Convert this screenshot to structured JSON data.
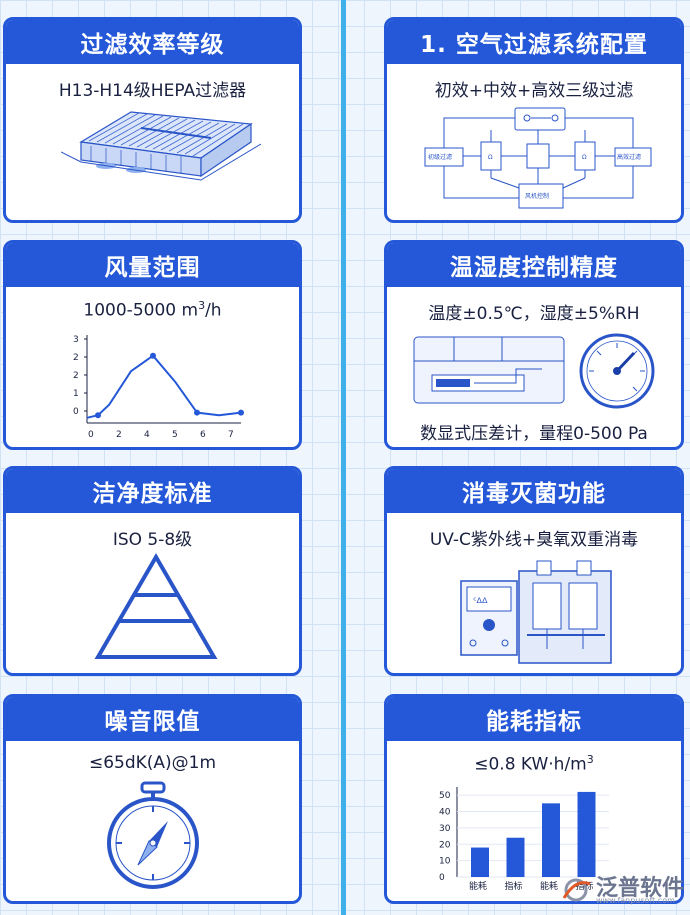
{
  "cards": {
    "filter_grade": {
      "title": "过滤效率等级",
      "spec": "H13-H14级HEPA过滤器"
    },
    "system_config": {
      "title": "1. 空气过滤系统配置",
      "spec": "初效+中效+高效三级过滤",
      "diagram_labels": [
        "初级过滤",
        "高效过滤",
        "风机控制"
      ]
    },
    "airflow": {
      "title": "风量范围",
      "spec_prefix": "1000-5000 m",
      "spec_sup": "3",
      "spec_suffix": "/h",
      "chart_data": {
        "type": "line",
        "x": [
          0,
          0.5,
          1,
          2,
          3,
          4,
          5,
          6,
          7
        ],
        "y": [
          -0.2,
          -0.1,
          0.3,
          1.6,
          2.2,
          1.2,
          0.0,
          -0.1,
          0.0
        ],
        "xticks": [
          "0",
          "2",
          "4",
          "5",
          "6",
          "7"
        ],
        "yticks": [
          "0",
          "1",
          "2",
          "2",
          "3"
        ],
        "xlim": [
          0,
          7
        ],
        "ylim": [
          -0.4,
          3
        ],
        "title": "",
        "xlabel": "",
        "ylabel": ""
      }
    },
    "temp_humidity": {
      "title": "温湿度控制精度",
      "spec": "温度±0.5℃，湿度±5%RH",
      "spec2": "数显式压差计，量程0-500 Pa"
    },
    "cleanliness": {
      "title": "洁净度标准",
      "spec": "ISO 5-8级"
    },
    "disinfection": {
      "title": "消毒灭菌功能",
      "spec": "UV-C紫外线+臭氧双重消毒"
    },
    "noise": {
      "title": "噪音限值",
      "spec": "≤65dK(A)@1m"
    },
    "energy": {
      "title": "能耗指标",
      "spec_prefix": "≤0.8 KW·h/m",
      "spec_sup": "3",
      "chart_data": {
        "type": "bar",
        "categories": [
          "能耗",
          "指标",
          "能耗",
          "指标"
        ],
        "values": [
          18,
          24,
          45,
          52
        ],
        "yticks": [
          "50",
          "40",
          "30",
          "20",
          "10",
          "0"
        ],
        "ylim": [
          0,
          55
        ],
        "title": "",
        "xlabel": "",
        "ylabel": ""
      }
    }
  },
  "colors": {
    "header": "#2458d8",
    "divider": "#3fb0ea",
    "background": "#eef5fd"
  },
  "watermark": {
    "text": "泛普软件",
    "url": "www.fanpusoft.com"
  }
}
